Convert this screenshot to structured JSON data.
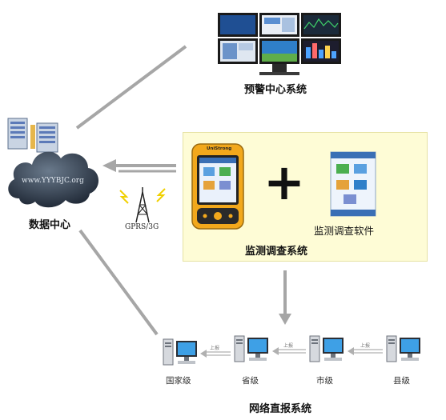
{
  "warning_center": {
    "label": "预警中心系统"
  },
  "data_center": {
    "label": "数据中心",
    "watermark": "www.YYYBJC.org"
  },
  "network": {
    "label": "GPRS/3G"
  },
  "survey": {
    "device_brand": "UniStrong",
    "plus": "+",
    "software_label": "监测调查软件",
    "system_label": "监测调查系统"
  },
  "reporting": {
    "label": "网络直报系统",
    "levels": [
      "国家级",
      "省级",
      "市级",
      "县级"
    ],
    "arrow_label": "上报"
  },
  "colors": {
    "arrow_gray": "#a6a6a6",
    "panel_fill": "#fefcd6",
    "device_orange": "#f2a81c"
  }
}
